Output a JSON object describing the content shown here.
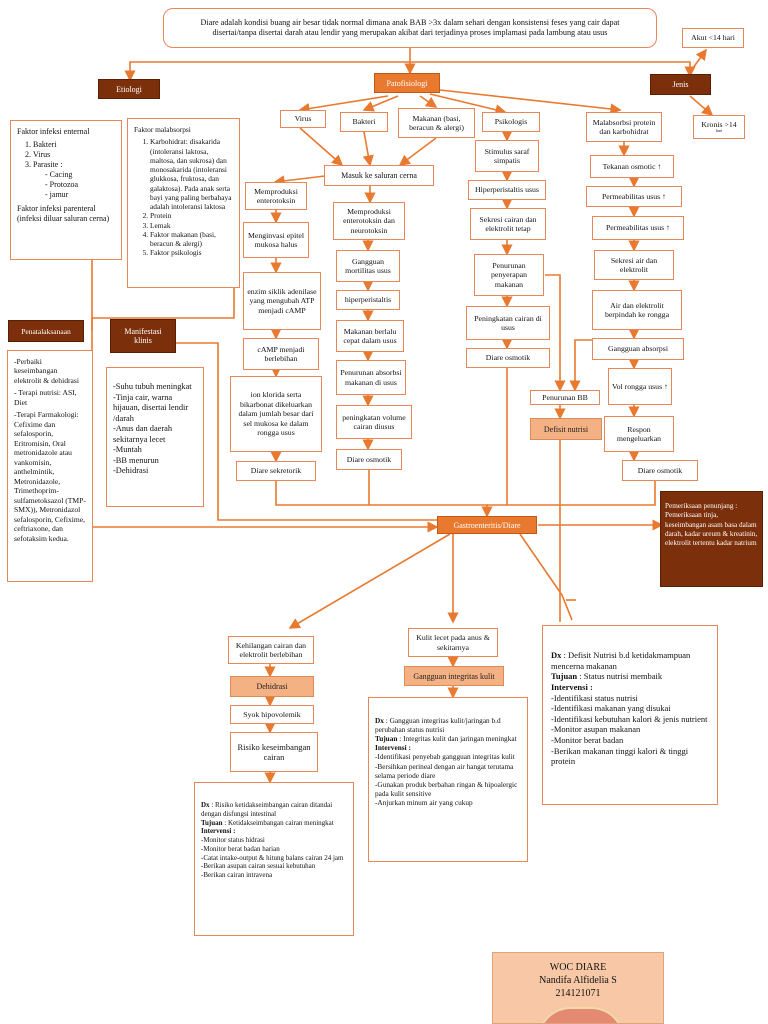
{
  "definition": "Diare adalah kondisi buang air besar tidak normal dimana anak BAB >3x dalam sehari dengan konsistensi feses yang cair dapat disertai/tanpa disertai darah atau lendir yang merupakan akibat dari terjadinya proses implamasi pada lambung atau usus",
  "headers": {
    "etiologi": "Etiologi",
    "patofisiologi": "Patofisiologi",
    "jenis": "Jenis",
    "penatalaksanaan": "Penatalaksanaan",
    "manifestasi": "Manifestasi klinis"
  },
  "jenis": {
    "akut": "Akut <14 hari",
    "kronis": "Kronis >14",
    "kronis_sub": "hari"
  },
  "etiologi": {
    "infeksi_title": "Faktor infeksi enternal",
    "infeksi_items": [
      "Bakteri",
      "Virus",
      "Parasite :"
    ],
    "parasites": [
      "Cacing",
      "Protozoa",
      "jamur"
    ],
    "parenteral": "Faktor infeksi parenteral (infeksi diluar saluran cerna)",
    "malabsorpsi_title": "Faktor malabsorpsi",
    "malabsorpsi_items": [
      "Karbohidrat: disakarida (intoleransi laktosa, maltosa, dan sukrosa) dan monosakarida (intoleransi glukkosa, fruktosa, dan galaktosa). Pada anak serta bayi yang paling berbahaya adalah intoleransi laktosa",
      "Protein",
      "Lemak",
      "Faktor makanan (basi, beracun & alergi)",
      "Faktor psikologis"
    ]
  },
  "causes": {
    "virus": "Virus",
    "bakteri": "Bakteri",
    "makanan": "Makanan (basi, beracun & alergi)",
    "psikologis": "Psikologis",
    "malabsorbsi": "Malabsorbsi protein dan karbohidrat"
  },
  "masuk": "Masuk ke saluran cerna",
  "col1": [
    "Memproduksi enterotoksin",
    "Menginvasi epitel mukosa halus",
    "enzim siklik adenilase yang mengubah ATP menjadi cAMP",
    "cAMP menjadi berlebihan",
    "ion klorida serta bikarbonat dikeluarkan dalam jumlah besar dari sel mukosa ke dalam rongga usus",
    "Diare sekretorik"
  ],
  "col2": [
    "Memproduksi enterotoksin dan neurotoksin",
    "Gangguan mortilitas usus",
    "hiperperistaltis",
    "Makanan berlalu cepat dalam usus",
    "Penurunan absorbsi makanan di usus",
    "peningkatan volume cairan diusus",
    "Diare osmotik"
  ],
  "col3": [
    "Stimulus saraf simpatis",
    "Hiperperistaltis usus",
    "Sekresi cairan dan elektrolit tetap",
    "Penurunan penyerapan makanan",
    "Peningkatan cairan di usus",
    "Diare osmotik"
  ],
  "col4": [
    "Tekanan osmotic ↑",
    "Permeabilitas usus ↑",
    "Permeabilitas usus ↑",
    "Sekresi air dan elektrolit",
    "Air dan elektrolit berpindah ke rongga",
    "Gangguan absorpsi",
    "Vol rongga usus ↑",
    "Respon mengeluarkan",
    "Diare osmotik"
  ],
  "penurunan_bb": "Penurunan BB",
  "defisit_nutrisi": "Defisit nutrisi",
  "gastro": "Gastroenteritis/Diare",
  "penunjang": "Pemeriksaan penunjang : Pemeriksaan tinja, keseimbangan asam basa dalam darah, kadar ureum & kreatinin, elektrolit tertentu kadar natrium",
  "penatalaksanaan_text": [
    "-Perbaiki keseimbangan elektrolit & dehidrasi",
    "- Terapi nutrisi: ASI, Diet",
    "-Terapi Farmakologi: Cefixime dan sefalosporin, Eritromisin, Oral metronidazole atau vankomisin, anthelmintik, Metronidazole, Trimethoprim-sulfametoksazol (TMP-SMX)), Metronidazol sefalosporin, Cefixime, ceftriaxone, dan sefotaksim kedua."
  ],
  "manifestasi_items": [
    "-Suhu tubuh meningkat",
    "-Tinja cair, warna hijauan, disertai lendir /darah",
    "-Anus dan daerah sekitarnya lecet",
    "-Muntah",
    "-BB menurun",
    "-Dehidrasi"
  ],
  "bottom": {
    "kehilangan": "Kehilangan cairan dan elektrolit berlebihan",
    "dehidrasi": "Dehidrasi",
    "syok": "Syok hipovolemik",
    "risiko": "Risiko keseimbangan cairan",
    "kulit": "Kulit lecet pada anus & sekitarnya",
    "gangguan_kulit": "Gangguan integritas kulit"
  },
  "dx1": {
    "dx_label": "Dx",
    "dx": ": Risiko ketidakseimbangan cairan ditandai dengan disfungsi intestinal",
    "tujuan_label": "Tujuan",
    "tujuan": ": Ketidakseimbangan cairan meningkat",
    "intervensi_label": "Intervensi :",
    "items": [
      "-Monitor status hidrasi",
      "-Monitor berat badan harian",
      "-Catat intake-output & hitung balans cairan 24 jam",
      "-Berikan asupan cairan sesuai kebutuhan",
      "-Berikan cairan intravena"
    ]
  },
  "dx2": {
    "dx_label": "Dx",
    "dx": ": Gangguan integritas kulit/jaringan b.d perubahan status nutrisi",
    "tujuan_label": "Tujuan",
    "tujuan": ": Integritas kulit dan jaringan meningkat",
    "intervensi_label": "Intervensi :",
    "items": [
      "-Identifikasi penyebab gangguan integritas kulit",
      "-Bersihkan perineal dengan air hangat terutama selama periode diare",
      "-Gunakan produk berbahan ringan & hipoalergic pada kulit sensitive",
      "-Anjurkan minum air yang cukup"
    ]
  },
  "dx3": {
    "dx_label": "Dx",
    "dx": ": Defisit Nutrisi b.d ketidakmampuan mencerna makanan",
    "tujuan_label": "Tujuan",
    "tujuan": ": Status nutrisi membaik",
    "intervensi_label": "Intervensi",
    "items": [
      "-Identifikasi status nutrisi",
      "-Identifikasi makanan yang disukai",
      "-Identifikasi kebutuhan kalori & jenis nutrient",
      "-Monitor asupan makanan",
      "-Monitor berat badan",
      "-Berikan makanan tinggi kalori & tinggi protein"
    ]
  },
  "cover": {
    "title": "WOC DIARE",
    "name": "Nandifa Alfidelia S",
    "nim": "214121071"
  }
}
